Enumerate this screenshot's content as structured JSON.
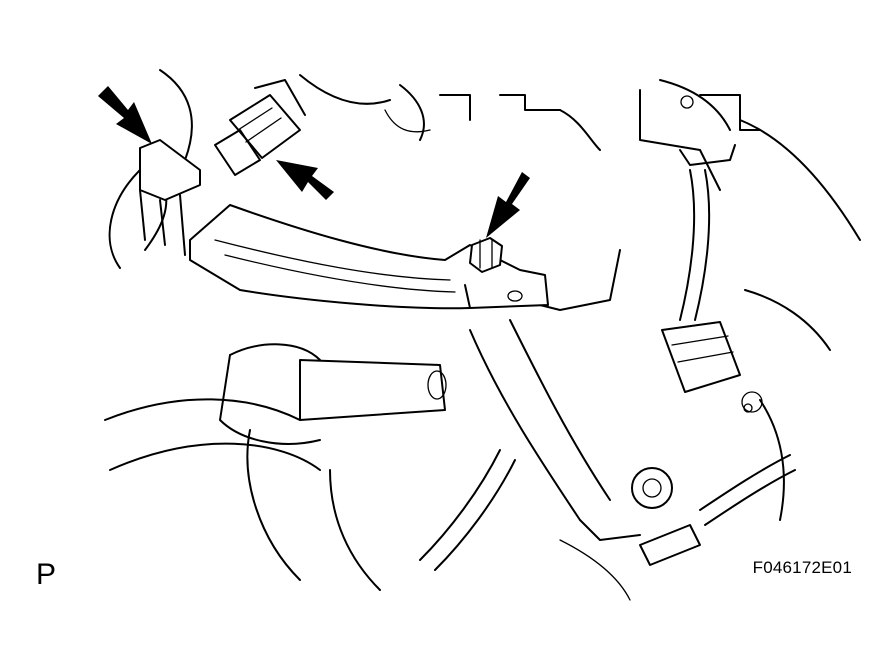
{
  "labels": {
    "corner_mark": "P",
    "figure_id": "F046172E01"
  },
  "colors": {
    "line": "#000000",
    "background": "#ffffff"
  },
  "callouts": [
    {
      "name": "arrow-clamp-left",
      "points_to": "hose-clamp"
    },
    {
      "name": "arrow-hose-end",
      "points_to": "hose-connection"
    },
    {
      "name": "arrow-bolt",
      "points_to": "bracket-bolt"
    }
  ]
}
